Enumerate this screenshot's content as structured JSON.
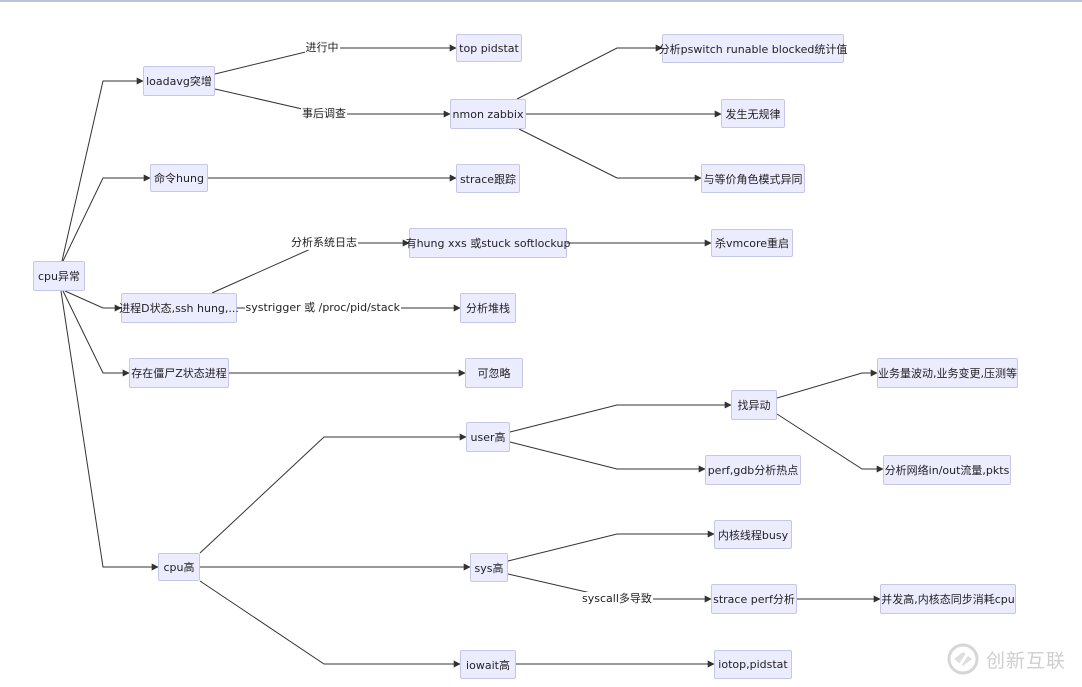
{
  "diagram": {
    "nodes": [
      {
        "id": "root",
        "label": "cpu异常"
      },
      {
        "id": "loadavg",
        "label": "loadavg突增"
      },
      {
        "id": "hung",
        "label": "命令hung"
      },
      {
        "id": "dstate",
        "label": "进程D状态,ssh hung,..."
      },
      {
        "id": "zombie",
        "label": "存在僵尸Z状态进程"
      },
      {
        "id": "cpuhigh",
        "label": "cpu高"
      },
      {
        "id": "toppidstat",
        "label": "top pidstat"
      },
      {
        "id": "nmon",
        "label": "nmon zabbix"
      },
      {
        "id": "pswitch",
        "label": "分析pswitch runable blocked统计值"
      },
      {
        "id": "norule",
        "label": "发生无规律"
      },
      {
        "id": "peer",
        "label": "与等价角色模式异同"
      },
      {
        "id": "strace",
        "label": "strace跟踪"
      },
      {
        "id": "softlockup",
        "label": "有hung xxs 或stuck softlockup"
      },
      {
        "id": "vmcore",
        "label": "杀vmcore重启"
      },
      {
        "id": "stack",
        "label": "分析堆栈"
      },
      {
        "id": "ignore",
        "label": "可忽略"
      },
      {
        "id": "user",
        "label": "user高"
      },
      {
        "id": "sys",
        "label": "sys高"
      },
      {
        "id": "iowait",
        "label": "iowait高"
      },
      {
        "id": "findchange",
        "label": "找异动"
      },
      {
        "id": "perfgdb",
        "label": "perf,gdb分析热点"
      },
      {
        "id": "bizchange",
        "label": "业务量波动,业务变更,压测等"
      },
      {
        "id": "netflow",
        "label": "分析网络in/out流量,pkts"
      },
      {
        "id": "kthread",
        "label": "内核线程busy"
      },
      {
        "id": "straceperf",
        "label": "strace perf分析"
      },
      {
        "id": "concurrency",
        "label": "并发高,内核态同步消耗cpu"
      },
      {
        "id": "iotop",
        "label": "iotop,pidstat"
      }
    ],
    "edges": [
      {
        "from": "root",
        "to": "loadavg",
        "label": ""
      },
      {
        "from": "root",
        "to": "hung",
        "label": ""
      },
      {
        "from": "root",
        "to": "dstate",
        "label": ""
      },
      {
        "from": "root",
        "to": "zombie",
        "label": ""
      },
      {
        "from": "root",
        "to": "cpuhigh",
        "label": ""
      },
      {
        "from": "loadavg",
        "to": "toppidstat",
        "label": "进行中"
      },
      {
        "from": "loadavg",
        "to": "nmon",
        "label": "事后调查"
      },
      {
        "from": "nmon",
        "to": "pswitch",
        "label": ""
      },
      {
        "from": "nmon",
        "to": "norule",
        "label": ""
      },
      {
        "from": "nmon",
        "to": "peer",
        "label": ""
      },
      {
        "from": "hung",
        "to": "strace",
        "label": ""
      },
      {
        "from": "dstate",
        "to": "softlockup",
        "label": "分析系统日志"
      },
      {
        "from": "dstate",
        "to": "stack",
        "label": "systrigger 或 /proc/pid/stack"
      },
      {
        "from": "softlockup",
        "to": "vmcore",
        "label": ""
      },
      {
        "from": "zombie",
        "to": "ignore",
        "label": ""
      },
      {
        "from": "cpuhigh",
        "to": "user",
        "label": ""
      },
      {
        "from": "cpuhigh",
        "to": "sys",
        "label": ""
      },
      {
        "from": "cpuhigh",
        "to": "iowait",
        "label": ""
      },
      {
        "from": "user",
        "to": "findchange",
        "label": ""
      },
      {
        "from": "user",
        "to": "perfgdb",
        "label": ""
      },
      {
        "from": "findchange",
        "to": "bizchange",
        "label": ""
      },
      {
        "from": "findchange",
        "to": "netflow",
        "label": ""
      },
      {
        "from": "sys",
        "to": "kthread",
        "label": ""
      },
      {
        "from": "sys",
        "to": "straceperf",
        "label": "syscall多导致"
      },
      {
        "from": "straceperf",
        "to": "concurrency",
        "label": ""
      },
      {
        "from": "iowait",
        "to": "iotop",
        "label": ""
      }
    ]
  },
  "watermark": {
    "text": "创新互联",
    "icon": "brand-logo-icon"
  },
  "colors": {
    "node_fill": "#ececff",
    "node_border": "#c6c6e8",
    "edge": "#333333"
  }
}
